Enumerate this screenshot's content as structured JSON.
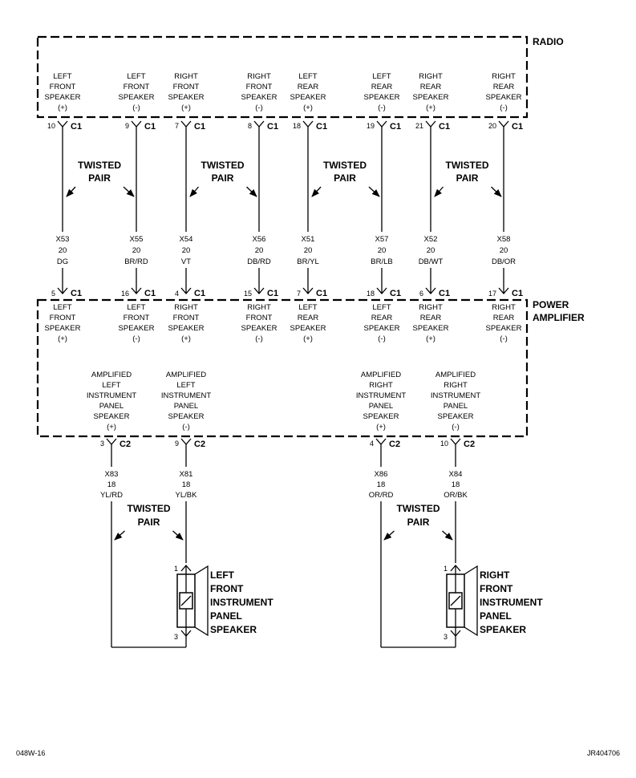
{
  "radio": {
    "title": "RADIO",
    "connector": "C1",
    "cavities": [
      {
        "label": [
          "LEFT",
          "FRONT",
          "SPEAKER",
          "(+)"
        ],
        "pin": "10"
      },
      {
        "label": [
          "LEFT",
          "FRONT",
          "SPEAKER",
          "(-)"
        ],
        "pin": "9"
      },
      {
        "label": [
          "RIGHT",
          "FRONT",
          "SPEAKER",
          "(+)"
        ],
        "pin": "7"
      },
      {
        "label": [
          "RIGHT",
          "FRONT",
          "SPEAKER",
          "(-)"
        ],
        "pin": "8"
      },
      {
        "label": [
          "LEFT",
          "REAR",
          "SPEAKER",
          "(+)"
        ],
        "pin": "18"
      },
      {
        "label": [
          "LEFT",
          "REAR",
          "SPEAKER",
          "(-)"
        ],
        "pin": "19"
      },
      {
        "label": [
          "RIGHT",
          "REAR",
          "SPEAKER",
          "(+)"
        ],
        "pin": "21"
      },
      {
        "label": [
          "RIGHT",
          "REAR",
          "SPEAKER",
          "(-)"
        ],
        "pin": "20"
      }
    ]
  },
  "twisted_pair_label": [
    "TWISTED",
    "PAIR"
  ],
  "radio_wires": [
    {
      "circuit": "X53",
      "gauge": "20",
      "color": "DG"
    },
    {
      "circuit": "X55",
      "gauge": "20",
      "color": "BR/RD"
    },
    {
      "circuit": "X54",
      "gauge": "20",
      "color": "VT"
    },
    {
      "circuit": "X56",
      "gauge": "20",
      "color": "DB/RD"
    },
    {
      "circuit": "X51",
      "gauge": "20",
      "color": "BR/YL"
    },
    {
      "circuit": "X57",
      "gauge": "20",
      "color": "BR/LB"
    },
    {
      "circuit": "X52",
      "gauge": "20",
      "color": "DB/WT"
    },
    {
      "circuit": "X58",
      "gauge": "20",
      "color": "DB/OR"
    }
  ],
  "amplifier": {
    "title": [
      "POWER",
      "AMPLIFIER"
    ],
    "input_connector": "C1",
    "inputs": [
      {
        "label": [
          "LEFT",
          "FRONT",
          "SPEAKER",
          "(+)"
        ],
        "pin": "5"
      },
      {
        "label": [
          "LEFT",
          "FRONT",
          "SPEAKER",
          "(-)"
        ],
        "pin": "16"
      },
      {
        "label": [
          "RIGHT",
          "FRONT",
          "SPEAKER",
          "(+)"
        ],
        "pin": "4"
      },
      {
        "label": [
          "RIGHT",
          "FRONT",
          "SPEAKER",
          "(-)"
        ],
        "pin": "15"
      },
      {
        "label": [
          "LEFT",
          "REAR",
          "SPEAKER",
          "(+)"
        ],
        "pin": "7"
      },
      {
        "label": [
          "LEFT",
          "REAR",
          "SPEAKER",
          "(-)"
        ],
        "pin": "18"
      },
      {
        "label": [
          "RIGHT",
          "REAR",
          "SPEAKER",
          "(+)"
        ],
        "pin": "6"
      },
      {
        "label": [
          "RIGHT",
          "REAR",
          "SPEAKER",
          "(-)"
        ],
        "pin": "17"
      }
    ],
    "output_connector": "C2",
    "outputs": [
      {
        "label": [
          "AMPLIFIED",
          "LEFT",
          "INSTRUMENT",
          "PANEL",
          "SPEAKER",
          "(+)"
        ],
        "pin": "3"
      },
      {
        "label": [
          "AMPLIFIED",
          "LEFT",
          "INSTRUMENT",
          "PANEL",
          "SPEAKER",
          "(-)"
        ],
        "pin": "9"
      },
      {
        "label": [
          "AMPLIFIED",
          "RIGHT",
          "INSTRUMENT",
          "PANEL",
          "SPEAKER",
          "(+)"
        ],
        "pin": "4"
      },
      {
        "label": [
          "AMPLIFIED",
          "RIGHT",
          "INSTRUMENT",
          "PANEL",
          "SPEAKER",
          "(-)"
        ],
        "pin": "10"
      }
    ]
  },
  "speaker_wires": [
    {
      "circuit": "X83",
      "gauge": "18",
      "color": "YL/RD"
    },
    {
      "circuit": "X81",
      "gauge": "18",
      "color": "YL/BK"
    },
    {
      "circuit": "X86",
      "gauge": "18",
      "color": "OR/RD"
    },
    {
      "circuit": "X84",
      "gauge": "18",
      "color": "OR/BK"
    }
  ],
  "speakers": [
    {
      "name": [
        "LEFT",
        "FRONT",
        "INSTRUMENT",
        "PANEL",
        "SPEAKER"
      ],
      "pin_top": "1",
      "pin_bottom": "3"
    },
    {
      "name": [
        "RIGHT",
        "FRONT",
        "INSTRUMENT",
        "PANEL",
        "SPEAKER"
      ],
      "pin_top": "1",
      "pin_bottom": "3"
    }
  ],
  "footer": {
    "left": "048W-16",
    "right": "JR404706"
  }
}
